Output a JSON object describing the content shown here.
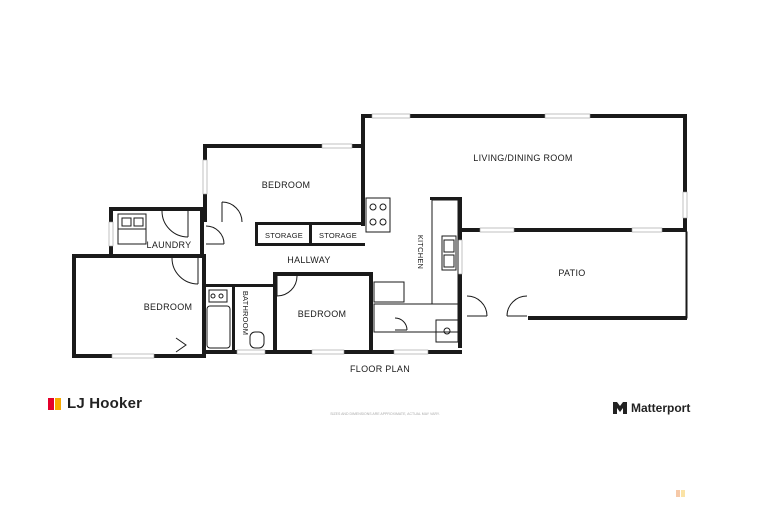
{
  "rooms": {
    "living_dining": "LIVING/DINING ROOM",
    "bedroom_top": "BEDROOM",
    "laundry": "LAUNDRY",
    "bedroom_left": "BEDROOM",
    "storage_1": "STORAGE",
    "storage_2": "STORAGE",
    "hallway": "HALLWAY",
    "kitchen": "KITCHEN",
    "patio": "PATIO",
    "bathroom": "BATHROOM",
    "bedroom_middle": "BEDROOM"
  },
  "caption": "FLOOR PLAN",
  "brand_left": {
    "name": "LJ Hooker",
    "colors": [
      "#e4002b",
      "#f7a800"
    ]
  },
  "brand_right": {
    "name": "Matterport",
    "icon": "matterport-logo-icon"
  },
  "disclaimer": "SIZES AND DIMENSIONS ARE APPROXIMATE, ACTUAL MAY VARY."
}
